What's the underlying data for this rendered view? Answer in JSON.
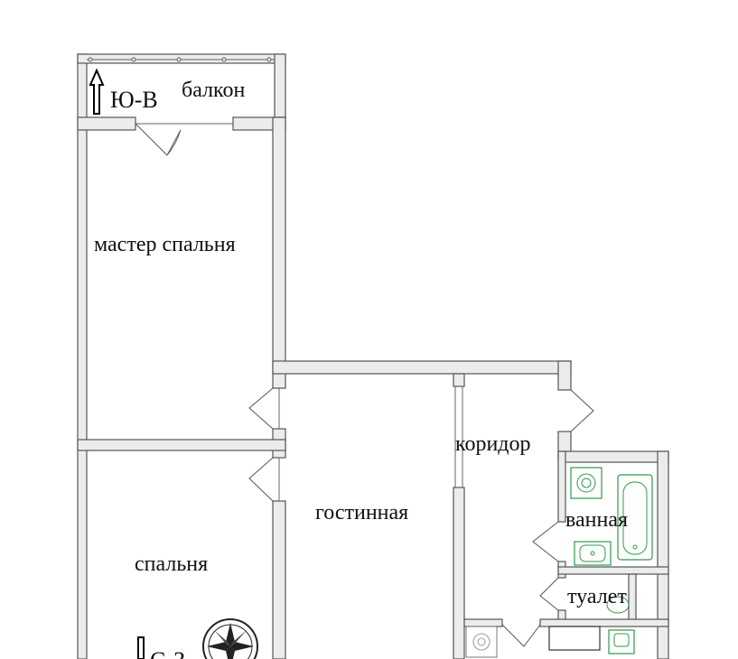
{
  "plan": {
    "rooms": {
      "balcony": "балкон",
      "master_bedroom": "мастер спальня",
      "bedroom": "спальня",
      "living_room": "гостинная",
      "corridor": "коридор",
      "bathroom": "ванная",
      "toilet": "туалет"
    },
    "orientation": {
      "south_east": "Ю-В",
      "north_west": "С-З"
    },
    "colors": {
      "wall_fill": "#ececec",
      "wall_stroke": "#555555",
      "fixture": "#2f9a4a"
    }
  }
}
